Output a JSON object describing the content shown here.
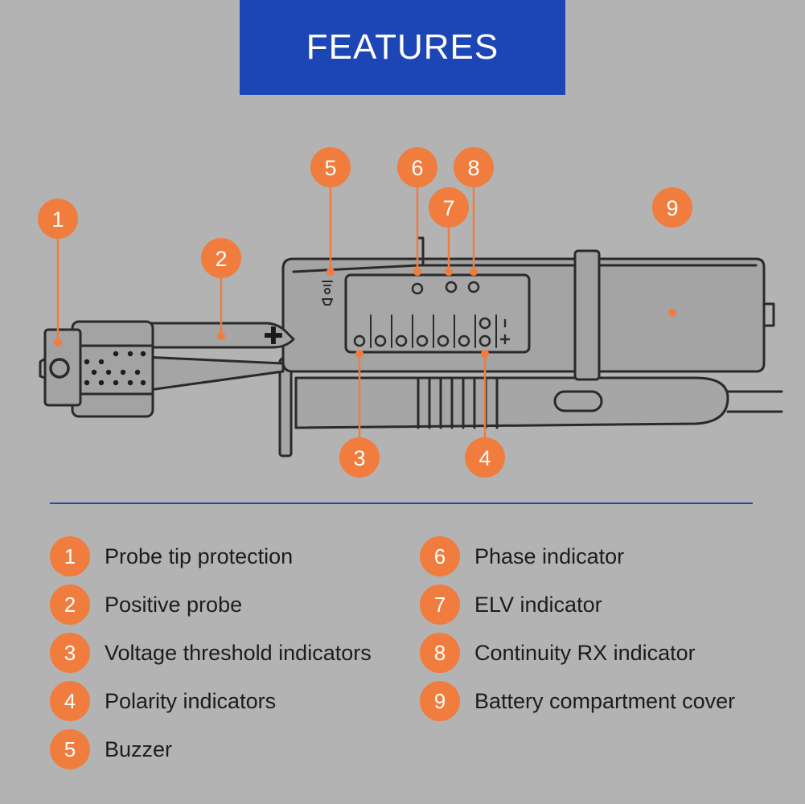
{
  "banner": {
    "title": "FEATURES"
  },
  "colors": {
    "banner_bg": "#1c45b5",
    "accent": "#f07c3e",
    "background": "#b3b3b3",
    "rule": "#2748b0",
    "outline": "#2a2a2a",
    "body_fill": "#a4a4a4"
  },
  "diagram": {
    "icons": [
      "probe-tip-cap",
      "positive-probe",
      "tester-body",
      "led-window",
      "buzzer-icon",
      "battery-cover",
      "test-lead"
    ],
    "plus_symbol": "✚",
    "callouts": [
      "1",
      "2",
      "3",
      "4",
      "5",
      "6",
      "7",
      "8",
      "9"
    ]
  },
  "legend": {
    "left": [
      {
        "num": "1",
        "label": "Probe tip protection"
      },
      {
        "num": "2",
        "label": "Positive probe"
      },
      {
        "num": "3",
        "label": "Voltage threshold indicators"
      },
      {
        "num": "4",
        "label": "Polarity indicators"
      },
      {
        "num": "5",
        "label": "Buzzer"
      }
    ],
    "right": [
      {
        "num": "6",
        "label": "Phase indicator"
      },
      {
        "num": "7",
        "label": "ELV indicator"
      },
      {
        "num": "8",
        "label": "Continuity RX indicator"
      },
      {
        "num": "9",
        "label": "Battery compartment cover"
      }
    ]
  }
}
